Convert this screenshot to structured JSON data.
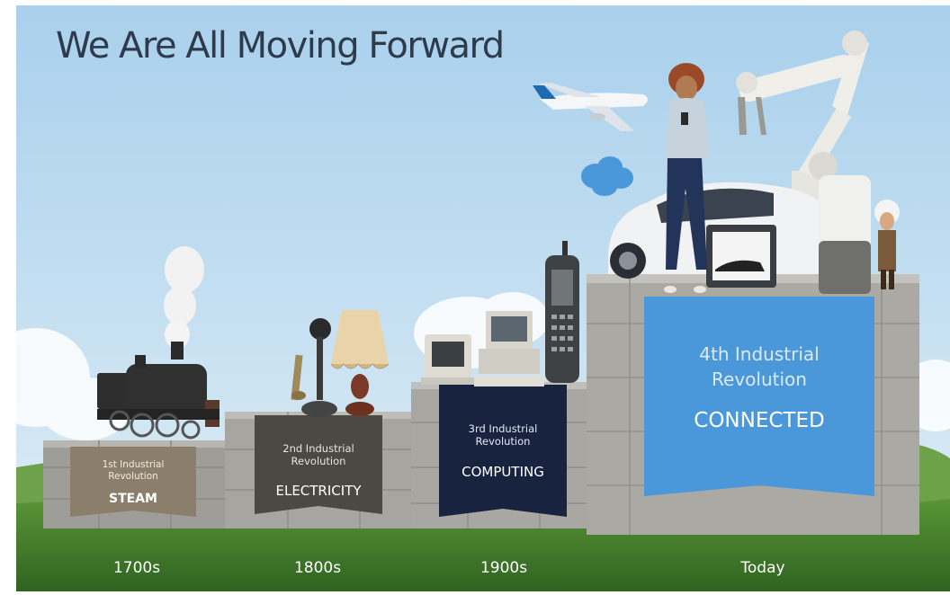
{
  "title": "We Are All Moving Forward",
  "revolutions": [
    {
      "name_line1": "1st Industrial",
      "name_line2": "Revolution",
      "theme": "STEAM",
      "era": "1700s",
      "banner_color": "#8b7f6c"
    },
    {
      "name_line1": "2nd Industrial",
      "name_line2": "Revolution",
      "theme": "ELECTRICITY",
      "era": "1800s",
      "banner_color": "#4a4a42"
    },
    {
      "name_line1": "3rd Industrial",
      "name_line2": "Revolution",
      "theme": "COMPUTING",
      "era": "1900s",
      "banner_color": "#17233f"
    },
    {
      "name_line1": "4th Industrial",
      "name_line2": "Revolution",
      "theme": "CONNECTED",
      "era": "Today",
      "banner_color": "#4a98d9"
    }
  ],
  "colors": {
    "sky_top": "#aed3ee",
    "sky_bottom": "#dcedf6",
    "grass": "#3f7a2a",
    "stone": "#a3a29c",
    "title": "#2e3b4d"
  },
  "icons": [
    "steam-locomotive-icon",
    "candlestick-telephone-icon",
    "table-lamp-icon",
    "crt-computer-icon",
    "desktop-pc-icon",
    "mobile-phone-icon",
    "airplane-icon",
    "cloud-icon",
    "woman-with-phone-icon",
    "car-icon",
    "robot-arm-icon",
    "3d-printer-icon",
    "smart-speaker-icon",
    "einstein-figure-icon"
  ]
}
